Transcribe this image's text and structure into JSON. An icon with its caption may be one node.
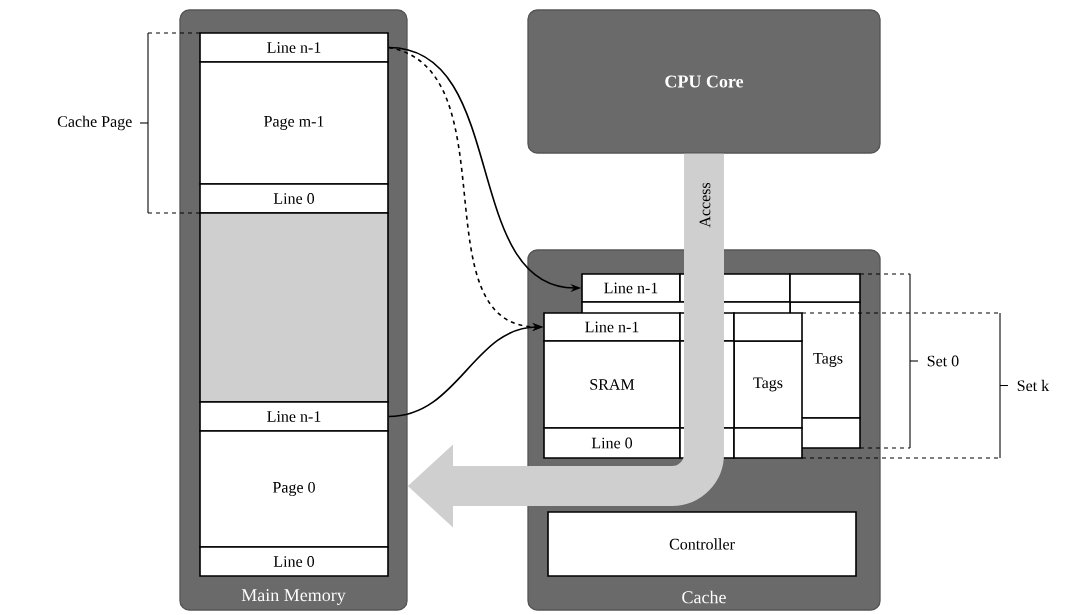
{
  "diagram": {
    "nodes": [
      {
        "text": [
          "Main Memory"
        ]
      },
      {
        "text": [
          "Line n-1"
        ],
        "in": 0
      },
      {
        "text": [
          "Page m-1"
        ],
        "in": 0
      },
      {
        "text": [
          "Line 0"
        ],
        "in": 0
      },
      {
        "text": [],
        "shape": "box",
        "in": 0
      },
      {
        "text": [
          "Line n-1"
        ],
        "in": 0
      },
      {
        "text": [
          "Page 0"
        ],
        "in": 0
      },
      {
        "text": [
          "Line 0"
        ],
        "in": 0
      },
      {
        "text": [
          "CPU Core"
        ]
      },
      {
        "text": [
          "Cache"
        ]
      },
      {
        "text": [
          "Line n-1"
        ],
        "in": 9
      },
      {
        "text": [
          "Tags"
        ],
        "in": 9
      },
      {
        "text": [
          "Line n-1"
        ],
        "in": 9
      },
      {
        "text": [
          "SRAM"
        ],
        "in": 9
      },
      {
        "text": [
          "Tags"
        ],
        "in": 9
      },
      {
        "text": [
          "Line 0"
        ],
        "in": 9
      },
      {
        "text": [
          "Controller"
        ],
        "in": 9
      }
    ],
    "edges": [
      {
        "from": 1,
        "to": 10,
        "arrow": "to"
      },
      {
        "from": 1,
        "to": 12,
        "arrow": "to",
        "style": "dashed"
      },
      {
        "from": 5,
        "to": 12,
        "arrow": "to"
      },
      {
        "from": 8,
        "to": 0,
        "arrow": "to",
        "label": "Access",
        "style": "thick",
        "color": "#d0cfd0"
      }
    ],
    "labels": [
      "Cache Page",
      "Set 0",
      "Set k"
    ]
  }
}
